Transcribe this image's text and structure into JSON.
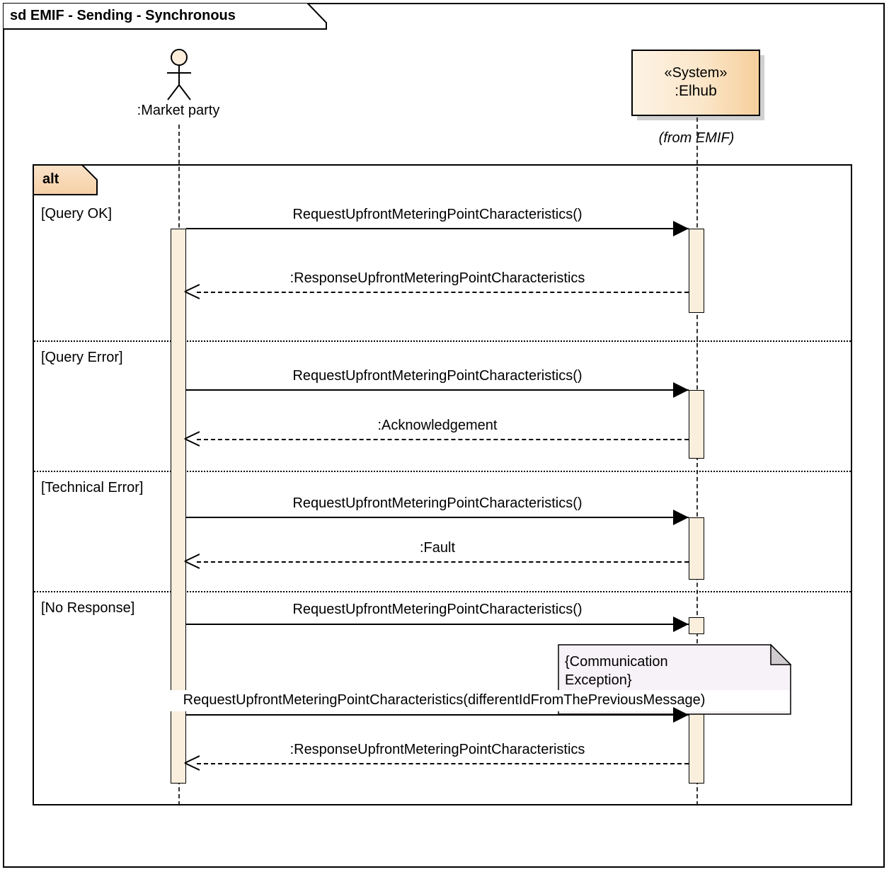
{
  "diagram": {
    "kind": "uml-sequence-diagram",
    "frame_label": "sd EMIF - Sending - Synchronous"
  },
  "lifelines": {
    "actor": {
      "name": ":Market party",
      "icon": "stick-figure-actor-icon",
      "head_fill": "#fceedb"
    },
    "system": {
      "stereotype": "«System»",
      "name": ":Elhub",
      "package": "(from EMIF)",
      "fill_start": "#fdf3e4",
      "fill_end": "#f6cf9c"
    }
  },
  "fragment": {
    "operator": "alt",
    "operands": [
      {
        "guard": "[Query OK]"
      },
      {
        "guard": "[Query Error]"
      },
      {
        "guard": "[Technical Error]"
      },
      {
        "guard": "[No Response]"
      }
    ]
  },
  "messages": [
    {
      "label": "RequestUpfrontMeteringPointCharacteristics()",
      "direction": "actor-to-system",
      "style": "solid-filled-arrow",
      "operand": "[Query OK]"
    },
    {
      "label": ":ResponseUpfrontMeteringPointCharacteristics",
      "direction": "system-to-actor",
      "style": "dashed-open-arrow",
      "operand": "[Query OK]"
    },
    {
      "label": "RequestUpfrontMeteringPointCharacteristics()",
      "direction": "actor-to-system",
      "style": "solid-filled-arrow",
      "operand": "[Query Error]"
    },
    {
      "label": ":Acknowledgement",
      "direction": "system-to-actor",
      "style": "dashed-open-arrow",
      "operand": "[Query Error]"
    },
    {
      "label": "RequestUpfrontMeteringPointCharacteristics()",
      "direction": "actor-to-system",
      "style": "solid-filled-arrow",
      "operand": "[Technical Error]"
    },
    {
      "label": ":Fault",
      "direction": "system-to-actor",
      "style": "dashed-open-arrow",
      "operand": "[Technical Error]"
    },
    {
      "label": "RequestUpfrontMeteringPointCharacteristics()",
      "direction": "actor-to-system",
      "style": "solid-filled-arrow",
      "operand": "[No Response]"
    },
    {
      "label": "RequestUpfrontMeteringPointCharacteristics(differentIdFromThePreviousMessage)",
      "direction": "actor-to-system",
      "style": "solid-filled-arrow",
      "operand": "[No Response]"
    },
    {
      "label": ":ResponseUpfrontMeteringPointCharacteristics",
      "direction": "system-to-actor",
      "style": "dashed-open-arrow",
      "operand": "[No Response]"
    }
  ],
  "note": {
    "text": "{Communication\nException}",
    "fill": "#f7f2f7"
  }
}
